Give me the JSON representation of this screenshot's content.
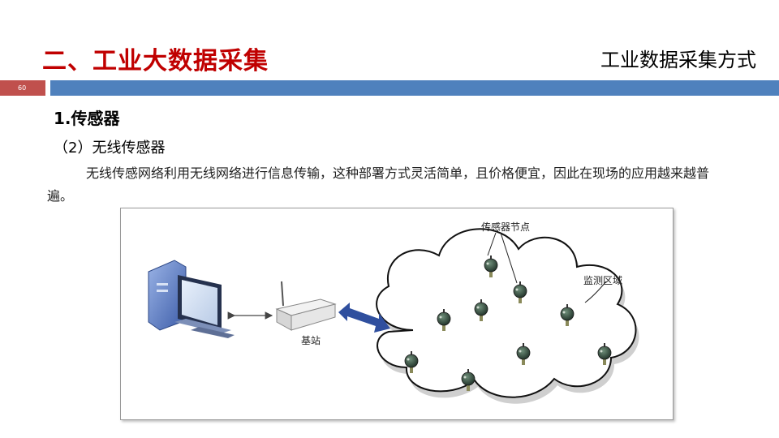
{
  "header": {
    "title": "二、工业大数据采集",
    "right_title": "工业数据采集方式",
    "page_number": "60",
    "colors": {
      "title": "#c00000",
      "bar": "#4f81bd",
      "badge": "#c0504d"
    }
  },
  "content": {
    "section_heading": "1.传感器",
    "sub_heading": "（2）无线传感器",
    "paragraph": "无线传感网络利用无线网络进行信息传输，这种部署方式灵活简单，且价格便宜，因此在现场的应用越来越普遍。"
  },
  "diagram": {
    "sensor_node_label": "传感器节点",
    "monitor_area_label": "监测区域",
    "base_station_label": "基站",
    "icons": [
      "computer-icon",
      "router-icon",
      "sensor-node-icon",
      "cloud-shape"
    ]
  }
}
